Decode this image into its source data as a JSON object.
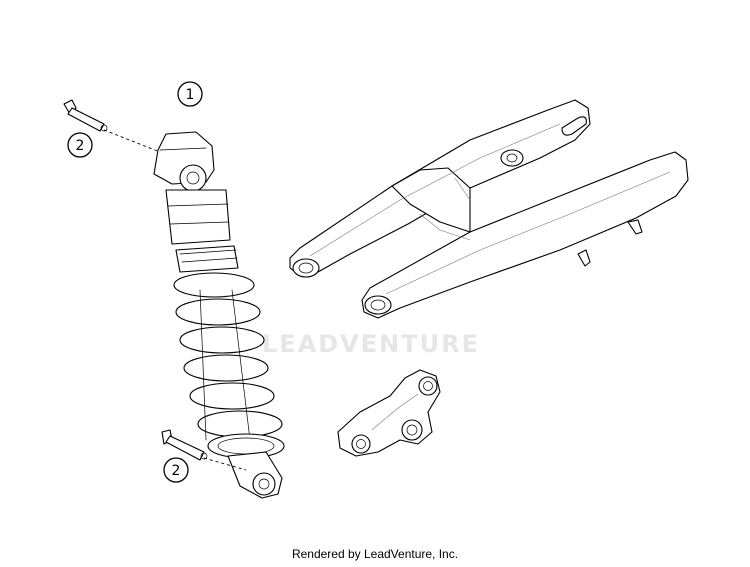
{
  "diagram": {
    "callouts": [
      {
        "label": "1"
      },
      {
        "label": "2"
      },
      {
        "label": "2"
      }
    ],
    "watermark": "LEADVENTURE",
    "footer": "Rendered by LeadVenture, Inc."
  }
}
